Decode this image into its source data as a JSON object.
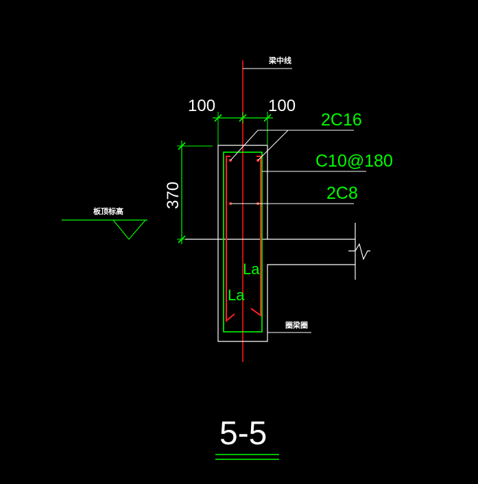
{
  "colors": {
    "background": "#000000",
    "outline": "#ffffff",
    "dimension": "#00ff00",
    "rebar": "#ff2020",
    "centerline": "#d01010"
  },
  "annotations": {
    "axis_label": "梁中线",
    "dim_left_width": "100",
    "dim_right_width": "100",
    "dim_height": "370",
    "top_bars": "2C16",
    "stirrups": "C10@180",
    "middle_bars": "2C8",
    "slab_level": "板顶标高",
    "anchor_label_1": "La",
    "anchor_label_2": "La",
    "ring_beam": "圈梁圈",
    "section_title": "5-5"
  }
}
